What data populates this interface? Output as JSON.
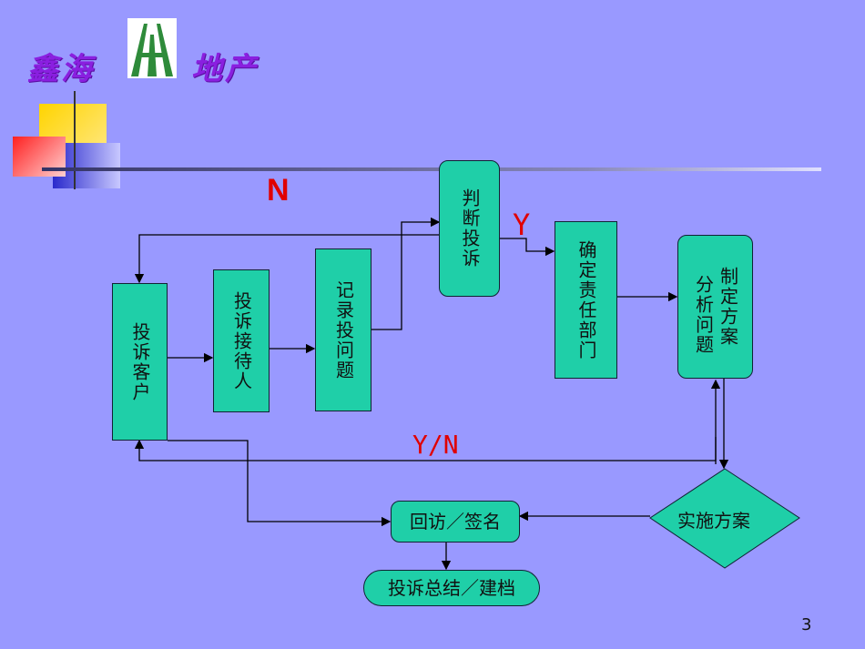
{
  "header": {
    "brand_left": "鑫海",
    "brand_right": "地产"
  },
  "diagram": {
    "nodes": {
      "complainant": "投诉客户",
      "reception": "投诉接待人",
      "record": "记录投问题",
      "judge": "判断投诉",
      "department": "确定责任部门",
      "analyze_col1": "分析问题",
      "analyze_col2": "制定方案",
      "implement": "实施方案",
      "followup": "回访／签名",
      "summary": "投诉总结／建档"
    },
    "edge_labels": {
      "no": "N",
      "yes": "Y",
      "yes_no": "Y/N"
    }
  },
  "footer": {
    "page_number": "3"
  },
  "colors": {
    "background": "#9999ff",
    "node_fill": "#1fcfa8",
    "label_red": "#e00000",
    "brand": "#8a1fe0"
  }
}
